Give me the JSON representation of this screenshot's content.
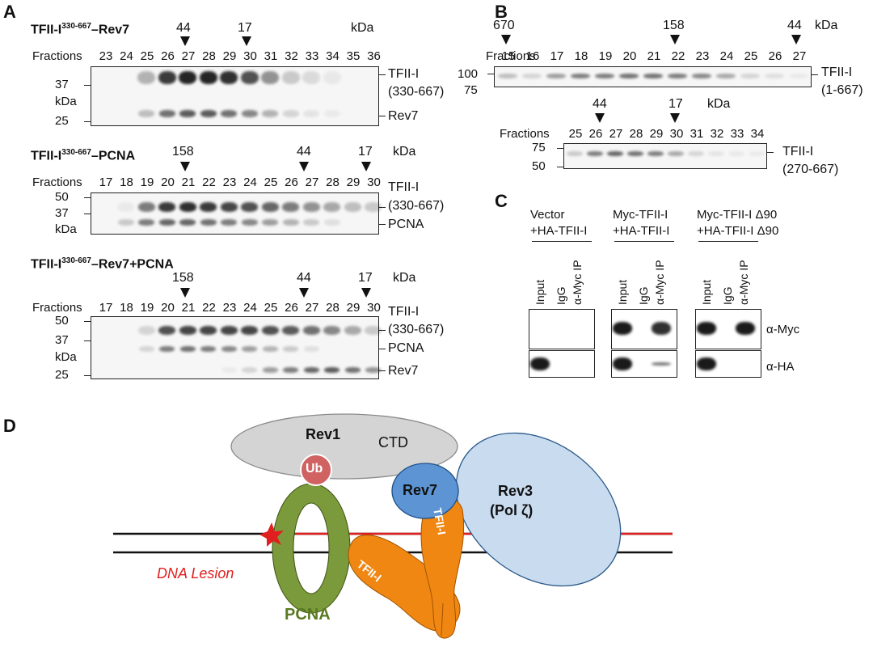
{
  "panelA": {
    "label": "A",
    "kda": "kDa",
    "fractions_label": "Fractions",
    "g1": {
      "title_pre": "TFII-I",
      "title_sup": "330-667",
      "title_post": "–Rev7",
      "markers": [
        "44",
        "17"
      ],
      "fractions": [
        "23",
        "24",
        "25",
        "26",
        "27",
        "28",
        "29",
        "30",
        "31",
        "32",
        "33",
        "34",
        "35",
        "36"
      ],
      "mw": [
        "37",
        "kDa",
        "25"
      ],
      "right_labels": [
        "TFII-I",
        "(330-667)",
        "Rev7"
      ]
    },
    "g2": {
      "title_pre": "TFII-I",
      "title_sup": "330-667",
      "title_post": "–PCNA",
      "markers": [
        "158",
        "44",
        "17"
      ],
      "fractions": [
        "17",
        "18",
        "19",
        "20",
        "21",
        "22",
        "23",
        "24",
        "25",
        "26",
        "27",
        "28",
        "29",
        "30"
      ],
      "mw": [
        "50",
        "37",
        "kDa"
      ],
      "right_labels": [
        "TFII-I",
        "(330-667)",
        "PCNA"
      ]
    },
    "g3": {
      "title_pre": "TFII-I",
      "title_sup": "330-667",
      "title_post": "–Rev7+PCNA",
      "markers": [
        "158",
        "44",
        "17"
      ],
      "fractions": [
        "17",
        "18",
        "19",
        "20",
        "21",
        "22",
        "23",
        "24",
        "25",
        "26",
        "27",
        "28",
        "29",
        "30"
      ],
      "mw": [
        "50",
        "37",
        "kDa",
        "25"
      ],
      "right_labels": [
        "TFII-I",
        "(330-667)",
        "PCNA",
        "Rev7"
      ]
    }
  },
  "panelB": {
    "label": "B",
    "kda": "kDa",
    "fractions_label": "Fractions",
    "g1": {
      "markers": [
        "670",
        "158",
        "44"
      ],
      "fractions": [
        "15",
        "16",
        "17",
        "18",
        "19",
        "20",
        "21",
        "22",
        "23",
        "24",
        "25",
        "26",
        "27"
      ],
      "mw": [
        "100",
        "75"
      ],
      "right_labels": [
        "TFII-I",
        "(1-667)"
      ]
    },
    "g2": {
      "markers": [
        "44",
        "17"
      ],
      "fractions": [
        "25",
        "26",
        "27",
        "28",
        "29",
        "30",
        "31",
        "32",
        "33",
        "34"
      ],
      "mw": [
        "75",
        "50"
      ],
      "right_labels": [
        "TFII-I",
        "(270-667)"
      ]
    }
  },
  "panelC": {
    "label": "C",
    "groups": [
      {
        "line1": "Vector",
        "line2": "+HA-TFII-I"
      },
      {
        "line1": "Myc-TFII-I",
        "line2": "+HA-TFII-I"
      },
      {
        "line1": "Myc-TFII-I Δ90",
        "line2": "+HA-TFII-I Δ90"
      }
    ],
    "lanes": [
      "Input",
      "IgG",
      "α-Myc IP"
    ],
    "blots": [
      "α-Myc",
      "α-HA"
    ]
  },
  "panelD": {
    "label": "D",
    "rev1": "Rev1",
    "ctd": "CTD",
    "ub": "Ub",
    "rev7": "Rev7",
    "rev3_line1": "Rev3",
    "rev3_line2": "(Pol ζ)",
    "tfii1": "TFII-I",
    "tfii2": "TFII-I",
    "pcna": "PCNA",
    "lesion": "DNA Lesion",
    "colors": {
      "rev1": "#d4d4d4",
      "ub": "#d06262",
      "rev7": "#5d95d4",
      "rev3": "#c9dcef",
      "pcna": "#7b9a3c",
      "tfii": "#ef8712",
      "strand": "#e02020",
      "lesion": "#e02020"
    }
  }
}
